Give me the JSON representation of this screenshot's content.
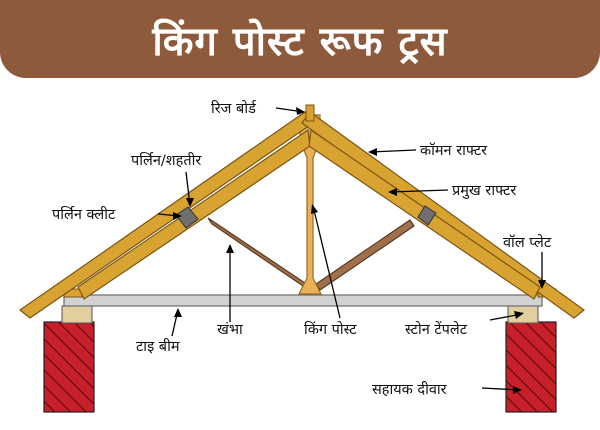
{
  "title": "किंग पोस्ट रूफ ट्रस",
  "labels": {
    "ridge_board": "रिज बोर्ड",
    "common_rafter": "कॉमन राफ्टर",
    "purlin": "पर्लिन/शहतीर",
    "principal_rafter": "प्रमुख राफ्टर",
    "purlin_cleat": "पर्लिन क्लीट",
    "wall_plate": "वॉल प्लेट",
    "tie_beam": "टाइ बीम",
    "strut": "खंभा",
    "king_post": "किंग पोस्ट",
    "stone_template": "स्टोन टेंपलेट",
    "supporting_wall": "सहायक दीवार"
  },
  "colors": {
    "banner": "#8E5A3C",
    "timber": "#D9A332",
    "timber_edge": "#7A5514",
    "king_post": "#E8B25A",
    "strut": "#A0704A",
    "cleat": "#6F6F6F",
    "tie_beam": "#D2D2D2",
    "template": "#E2CFA0",
    "wall": "#C8202A",
    "wall_hatch": "#5A0A0A",
    "arrow": "#000000"
  }
}
